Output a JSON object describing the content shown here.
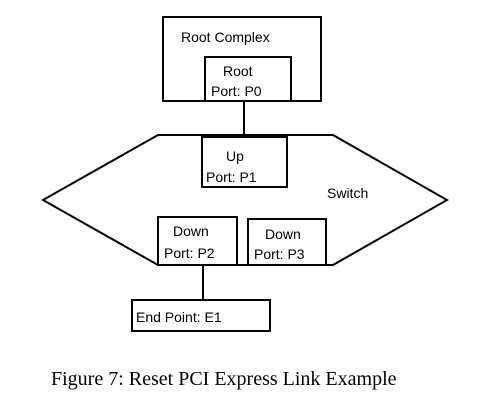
{
  "diagram": {
    "root_complex": {
      "label": "Root Complex"
    },
    "root_port": {
      "line1": "Root",
      "line2": "Port: P0"
    },
    "switch": {
      "label": "Switch",
      "upstream_port": {
        "line1": "Up",
        "line2": "Port: P1"
      },
      "downstream_port_p2": {
        "line1": "Down",
        "line2": "Port: P2"
      },
      "downstream_port_p3": {
        "line1": "Down",
        "line2": "Port: P3"
      }
    },
    "end_point": {
      "label": "End Point: E1"
    }
  },
  "caption": "Figure 7: Reset PCI Express Link Example"
}
